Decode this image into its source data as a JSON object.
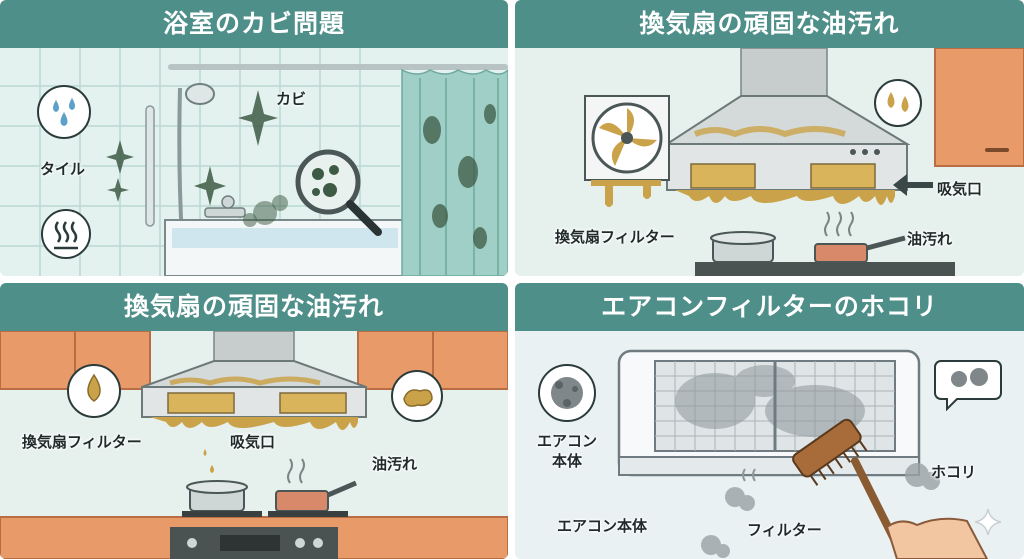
{
  "panels": [
    {
      "title": "浴室のカビ問題",
      "labels": {
        "mold": "カビ",
        "tile": "タイル"
      }
    },
    {
      "title": "換気扇の頑固な油汚れ",
      "labels": {
        "intake": "吸気口",
        "filter": "換気扇フィルター",
        "grease": "油汚れ"
      }
    },
    {
      "title": "換気扇の頑固な油汚れ",
      "labels": {
        "filter": "換気扇フィルター",
        "intake": "吸気口",
        "grease": "油汚れ"
      }
    },
    {
      "title": "エアコンフィルターのホコリ",
      "labels": {
        "unit": "エアコン\n本体",
        "unit2": "エアコン本体",
        "filter": "フィルター",
        "dust": "ホコリ"
      }
    }
  ],
  "icons": [
    "water-drops-icon",
    "steam-icon",
    "magnifier-icon",
    "oil-drop-icon",
    "oil-puddle-icon",
    "dust-ball-icon",
    "dust-bubble-icon",
    "sparkle-icon"
  ],
  "colors": {
    "header": "#4f8f8a",
    "tile": "#dcefeb",
    "cabinet": "#e89a68",
    "grease": "#c9a24a",
    "mold": "#3d5a44"
  }
}
